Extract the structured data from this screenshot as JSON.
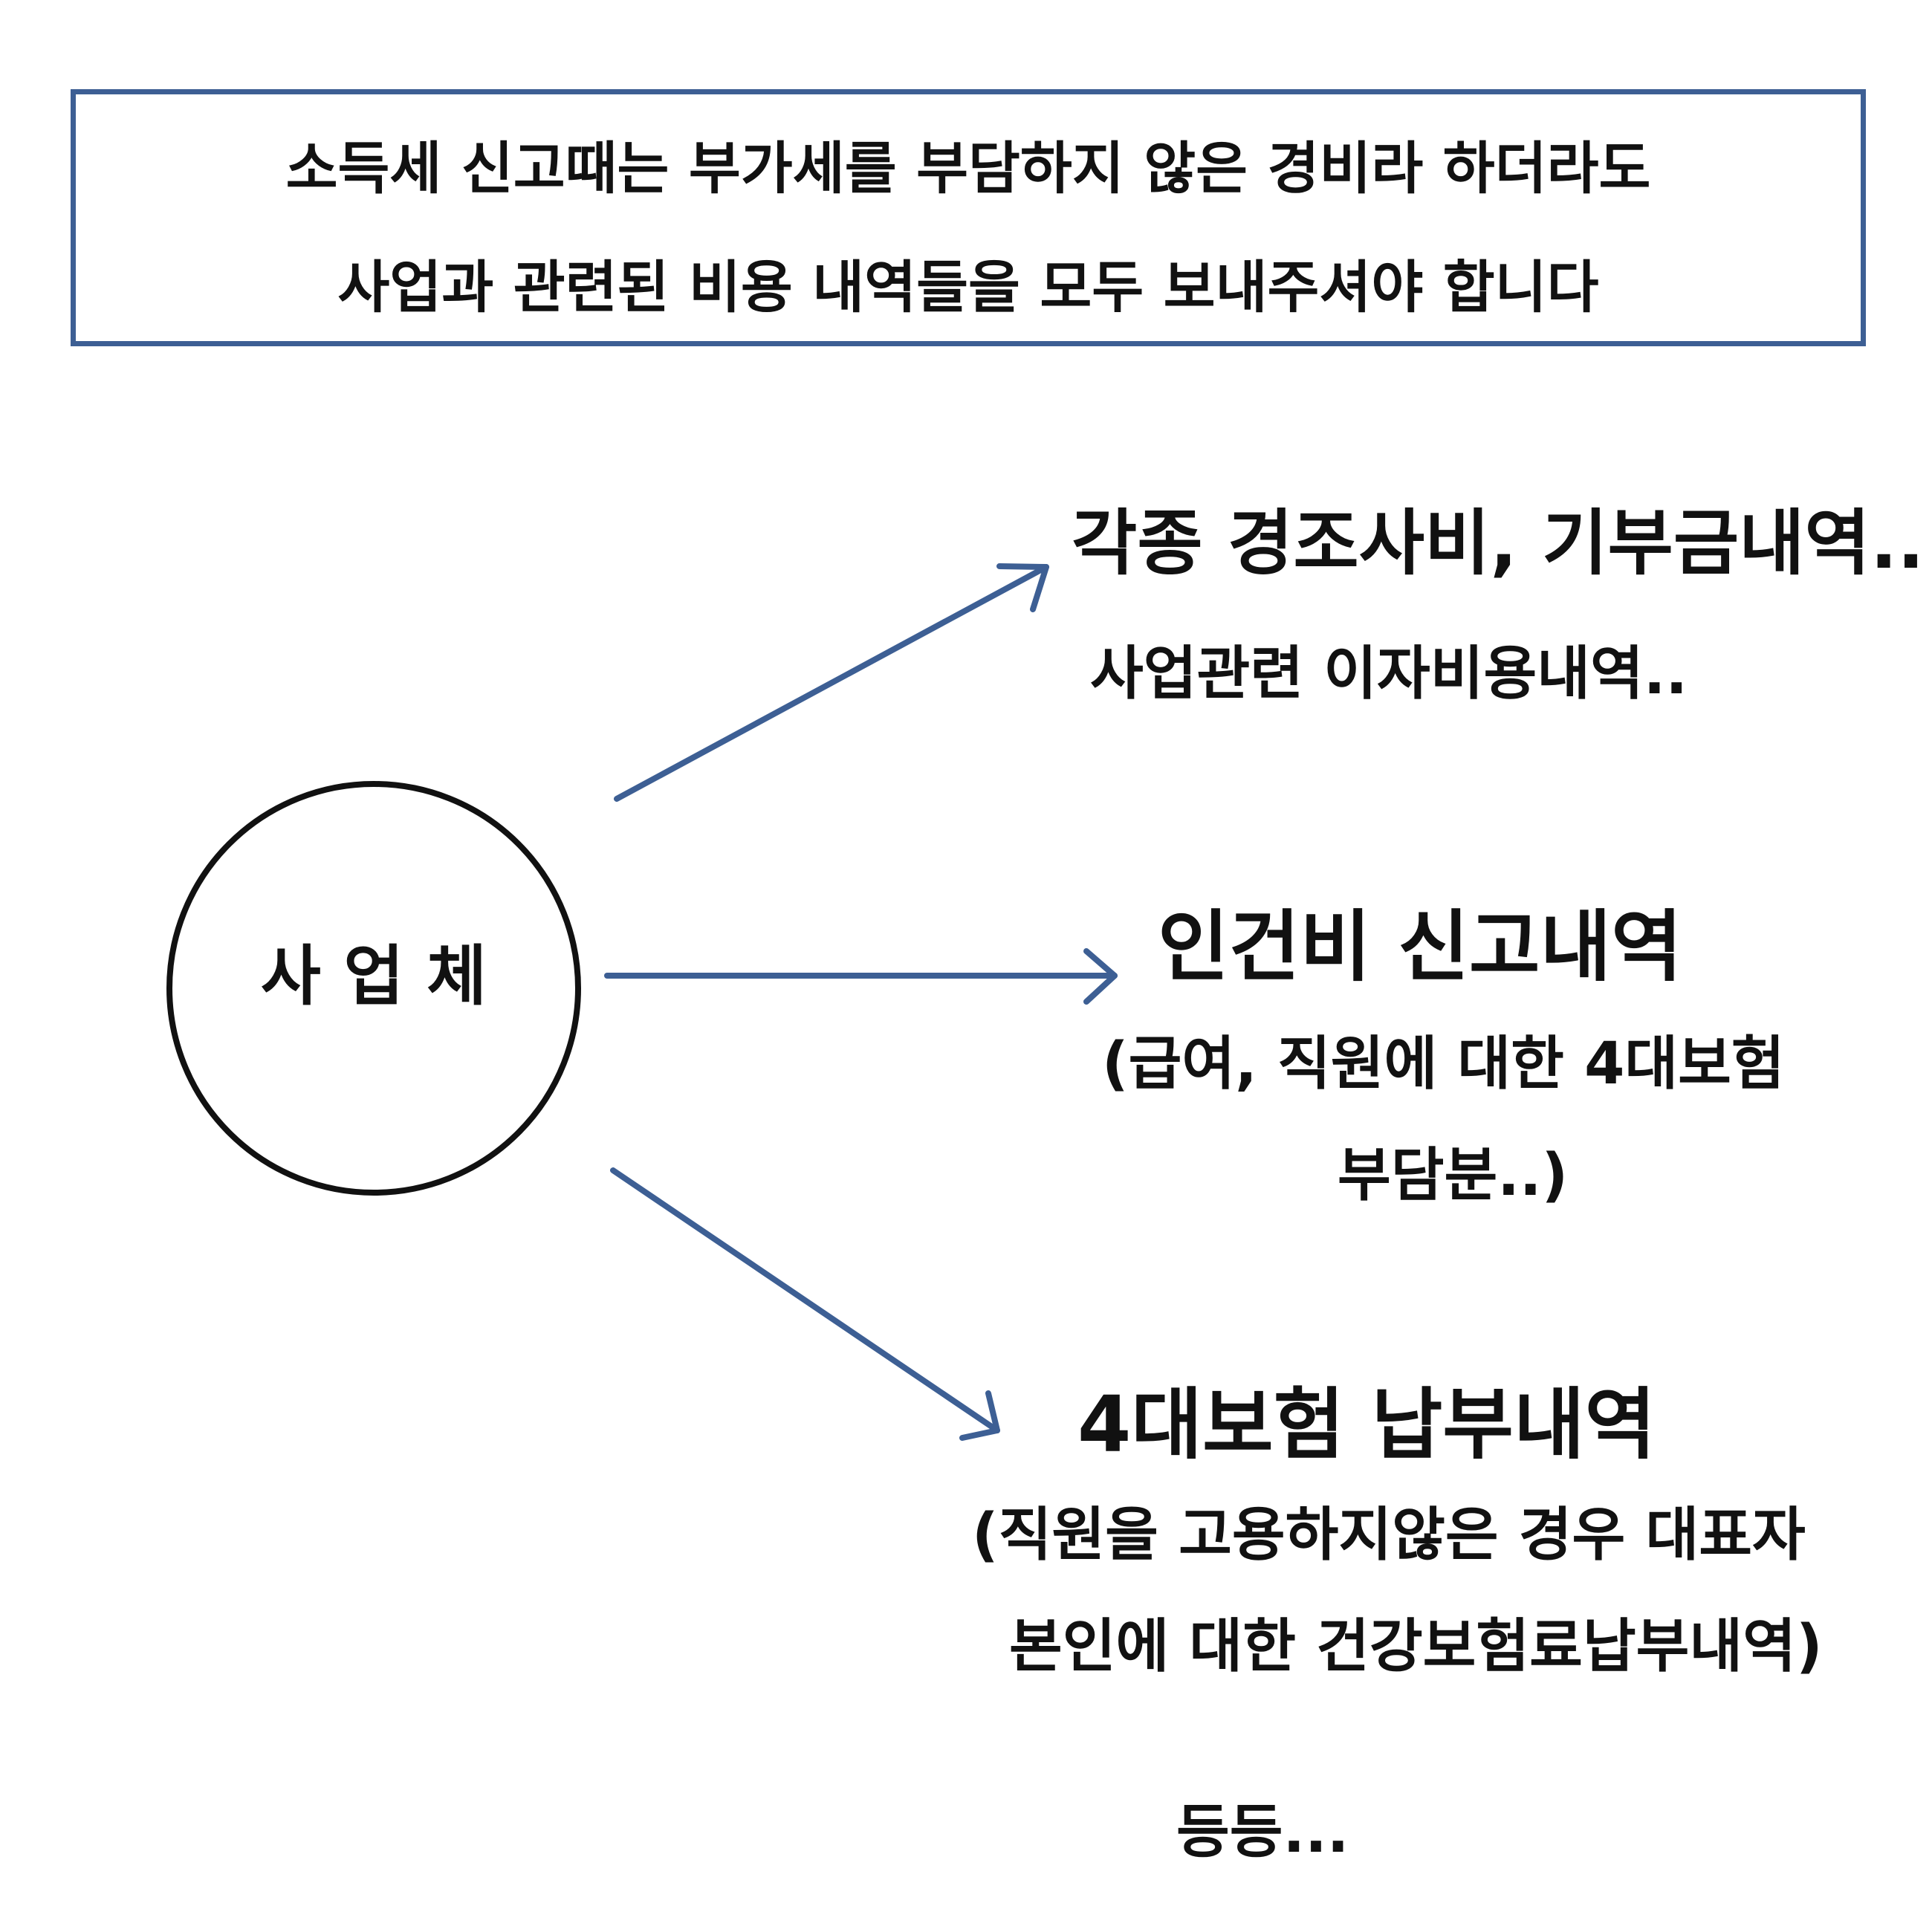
{
  "notice": {
    "lines": [
      "소득세 신고때는 부가세를 부담하지 않은 경비라 하더라도",
      "사업과 관련된 비용 내역들을 모두 보내주셔야 합니다"
    ]
  },
  "center_node": {
    "label": "사 업 체"
  },
  "branches": [
    {
      "title": "각종 경조사비, 기부금내역..",
      "detail": [
        "사업관련 이자비용내역.."
      ]
    },
    {
      "title": "인건비 신고내역",
      "detail": [
        "(급여, 직원에 대한 4대보험",
        "부담분..)"
      ]
    },
    {
      "title": "4대보험 납부내역",
      "detail": [
        "(직원을 고용하지않은 경우 대표자",
        "본인에 대한 건강보험료납부내역)"
      ]
    }
  ],
  "footer": "등등...",
  "colors": {
    "accent": "#3d5f94",
    "ink": "#111111"
  }
}
